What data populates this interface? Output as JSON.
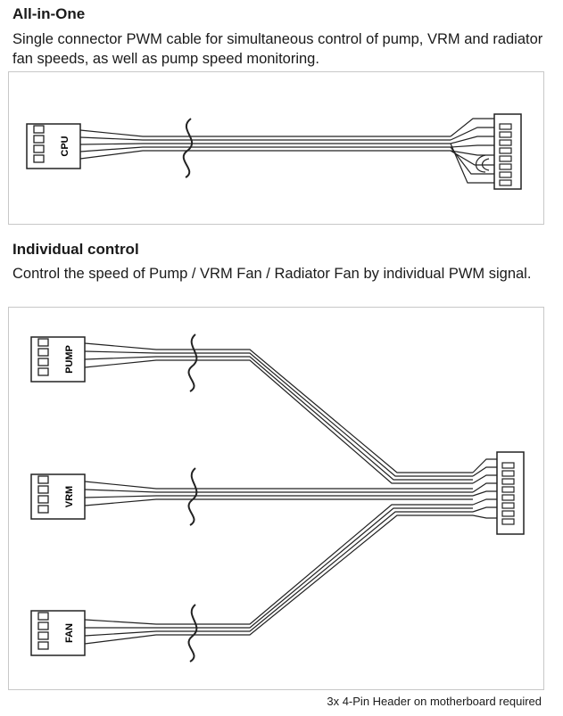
{
  "sections": [
    {
      "title": "All-in-One",
      "description": "Single connector PWM cable for simultaneous control of pump, VRM and radiator fan speeds, as well as pump speed monitoring.",
      "connectors": [
        "CPU"
      ]
    },
    {
      "title": "Individual control",
      "description": "Control the speed of Pump / VRM Fan / Radiator Fan by individual PWM signal.",
      "connectors": [
        "PUMP",
        "VRM",
        "FAN"
      ]
    }
  ],
  "footnote": "3x 4-Pin Header on motherboard required"
}
